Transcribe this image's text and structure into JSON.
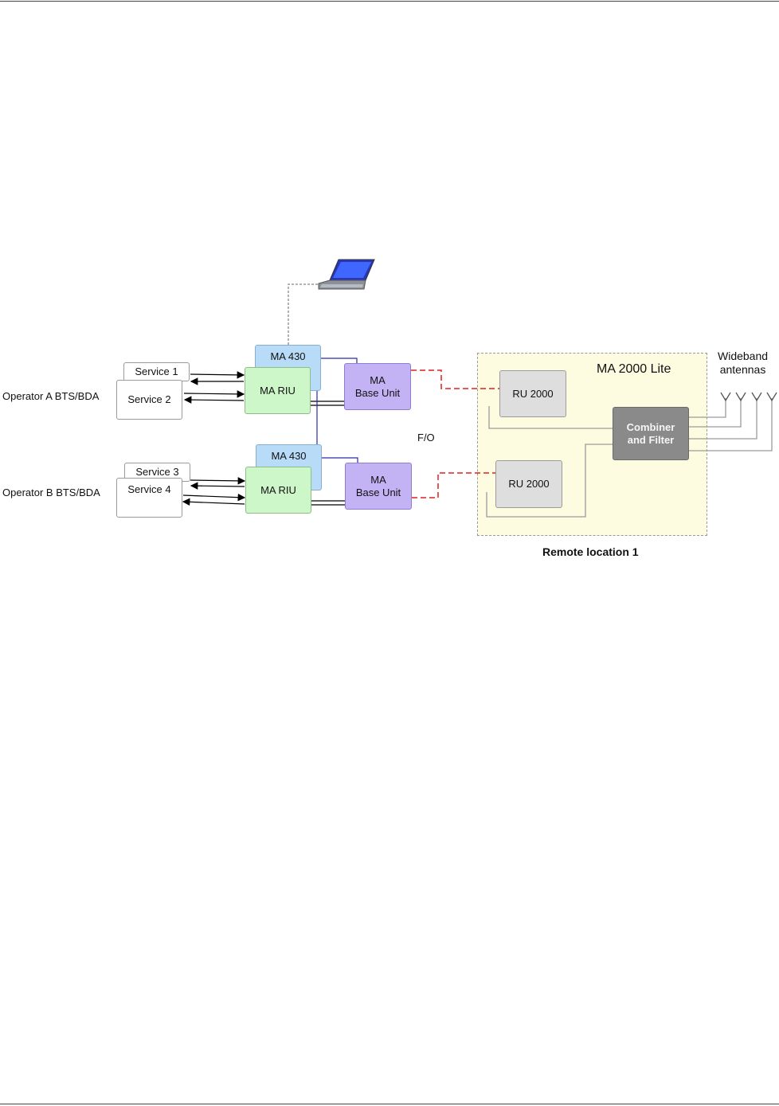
{
  "operators": {
    "a_label": "Operator A BTS/BDA",
    "b_label": "Operator B BTS/BDA"
  },
  "services": {
    "s1": "Service 1",
    "s2": "Service 2",
    "s3": "Service 3",
    "s4": "Service 4"
  },
  "head_end": {
    "ma430_top": "MA 430",
    "ma430_bottom": "MA 430",
    "riu_top": "MA RIU",
    "riu_bottom": "MA RIU",
    "base_top_line1": "MA",
    "base_top_line2": "Base Unit",
    "base_bottom_line1": "MA",
    "base_bottom_line2": "Base Unit"
  },
  "link_label": "F/O",
  "remote": {
    "title": "MA 2000 Lite",
    "ru_top": "RU 2000",
    "ru_bottom": "RU 2000",
    "combiner_line1": "Combiner",
    "combiner_line2": "and Filter",
    "antennas_line1": "Wideband",
    "antennas_line2": "antennas",
    "caption": "Remote location 1"
  },
  "icons": {
    "laptop": "laptop-icon",
    "antenna": "antenna-icon"
  },
  "colors": {
    "ma430": "#b8dcf7",
    "riu": "#cdf7c9",
    "base_unit": "#c3b3f5",
    "ru": "#dedede",
    "combiner": "#8a8a8a",
    "remote_area": "#fdfce0",
    "fiber_link": "#e02020",
    "control_link": "#2a2aa8"
  }
}
